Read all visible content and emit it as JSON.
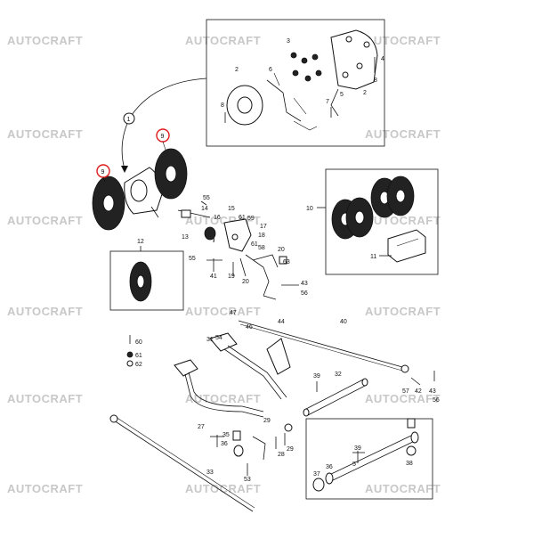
{
  "watermark": {
    "text": "AUTOCRAFT"
  },
  "highlight": {
    "color": "#e01b1b"
  },
  "callouts": {
    "c1": "1",
    "c2a": "2",
    "c2b": "2",
    "c3": "3",
    "c4": "4",
    "c5": "5",
    "c6": "6",
    "c7": "7",
    "c8a": "8",
    "c8b": "8",
    "c9a": "9",
    "c9b": "9",
    "c10": "10",
    "c11": "11",
    "c12": "12",
    "c13": "13",
    "c14": "14",
    "c15": "15",
    "c16": "16",
    "c17": "17",
    "c18": "18",
    "c19": "19",
    "c20": "20",
    "c27": "27",
    "c28": "28",
    "c29": "29",
    "c31": "31",
    "c32": "32",
    "c33": "33",
    "c35": "35",
    "c36": "36",
    "c37": "37",
    "c38": "38",
    "c39a": "39",
    "c39b": "39",
    "c40": "40",
    "c41": "41",
    "c42": "42",
    "c43a": "43",
    "c43b": "43",
    "c44": "44",
    "c46": "46",
    "c47": "47",
    "c53": "53",
    "c54": "54",
    "c55a": "55",
    "c55b": "55",
    "c56a": "56",
    "c56b": "56",
    "c57": "57",
    "c58": "58",
    "c59": "59",
    "c60": "60",
    "c61a": "61",
    "c61b": "61",
    "c62": "62",
    "c63": "63"
  }
}
